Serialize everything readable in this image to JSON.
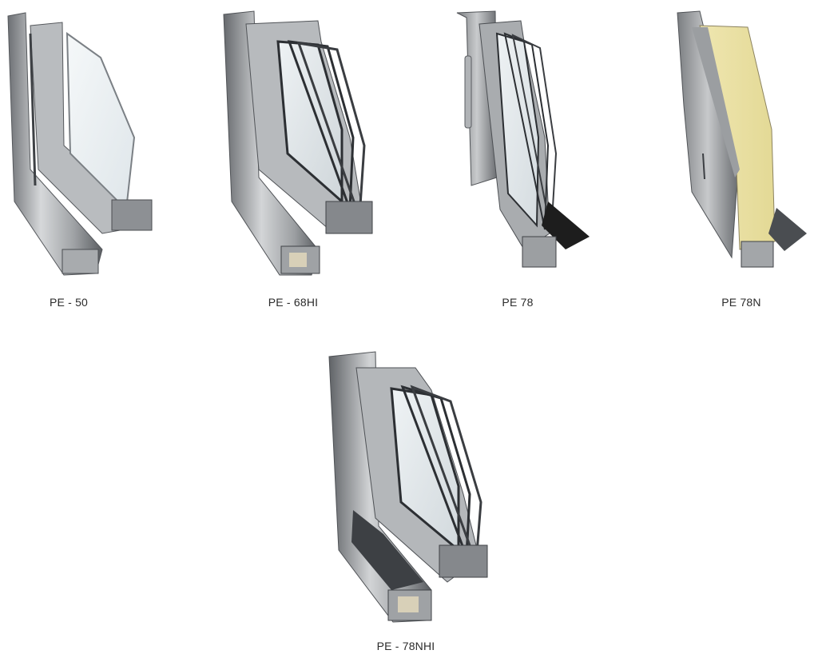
{
  "products": [
    {
      "label": "PE - 50"
    },
    {
      "label": "PE - 68HI"
    },
    {
      "label": "PE 78"
    },
    {
      "label": "PE 78N"
    },
    {
      "label": "PE - 78NHI"
    }
  ],
  "colors": {
    "aluminium_light": "#cfd1d3",
    "aluminium_mid": "#9ea1a4",
    "aluminium_dark": "#5f6266",
    "glass": "#e9eff2",
    "insulation_foam": "#ece3a8",
    "gasket_black": "#1d1d1d",
    "caption_text": "#2b2b2b"
  }
}
